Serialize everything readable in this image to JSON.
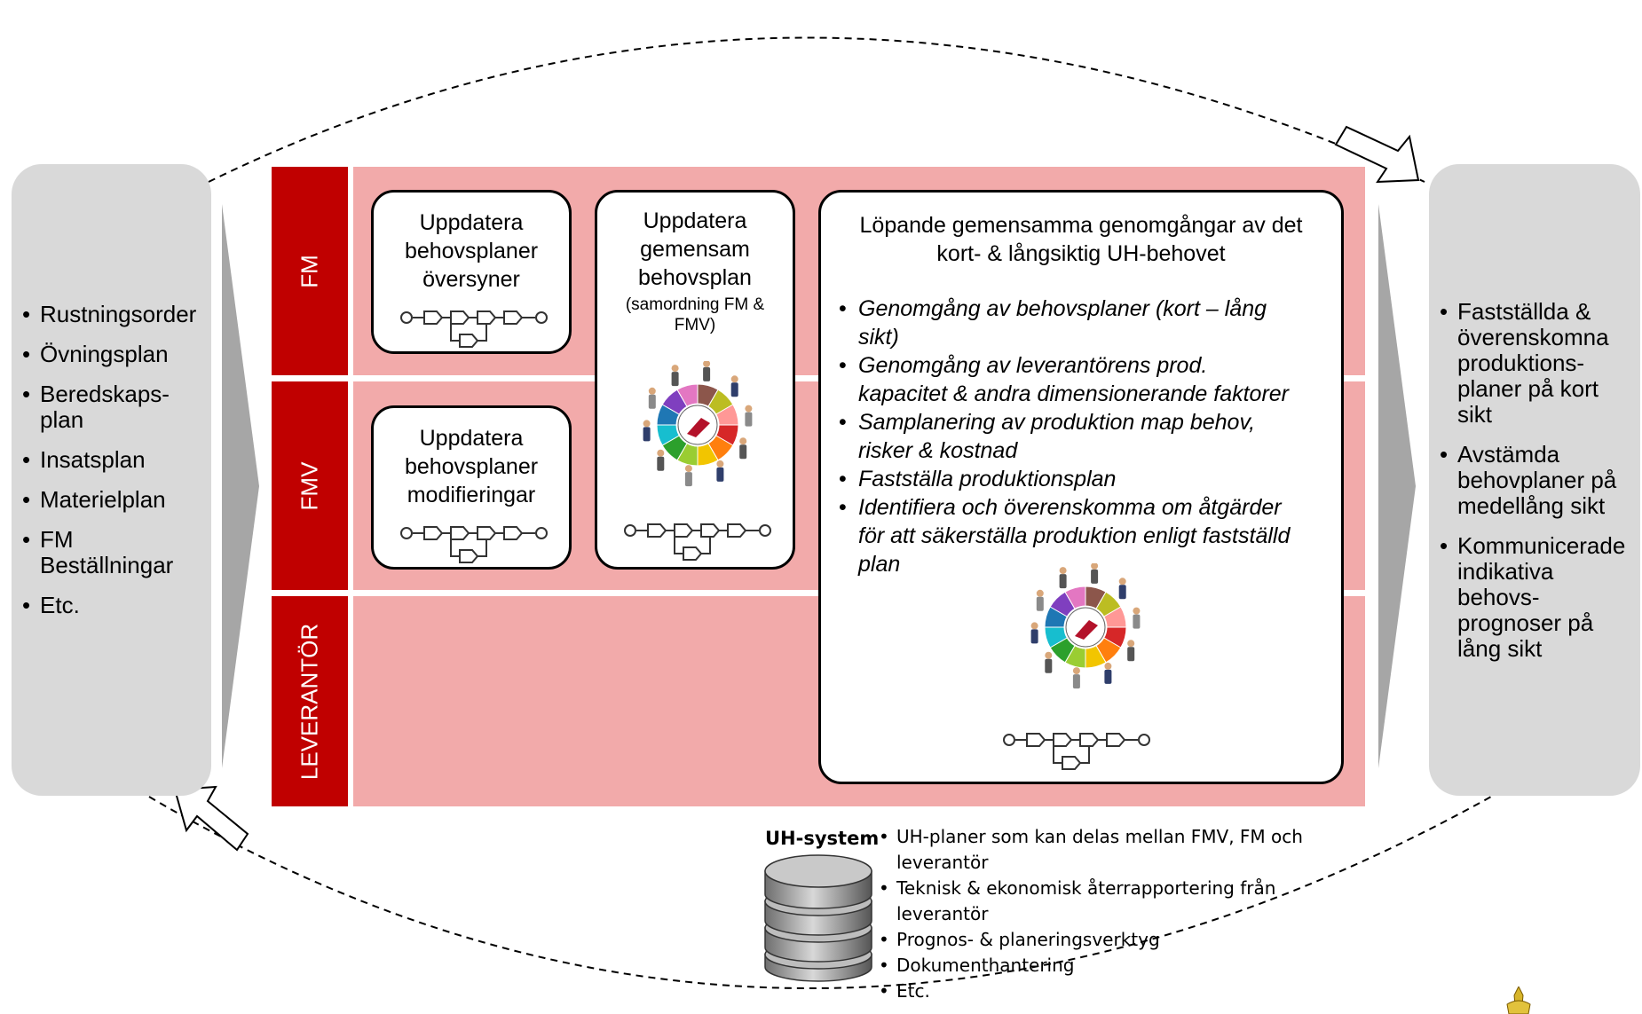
{
  "left_panel": {
    "items": [
      "Rustningsorder",
      "Övningsplan",
      "Beredskaps-\nplan",
      "Insatsplan",
      "Materielplan",
      "FM\nBeställningar",
      "Etc."
    ]
  },
  "right_panel": {
    "items": [
      "Fastställda &\növerenskomna\nproduktions-\nplaner på kort\nsikt",
      "Avstämda\nbehovplaner på\nmedellång sikt",
      "Kommunicerade\nindikativa\nbehovs-\nprognoser på\nlång sikt"
    ]
  },
  "lanes": {
    "fm": "FM",
    "fmv": "FMV",
    "leverantor": "LEVERANTÖR"
  },
  "cards": {
    "fm_update": {
      "title": "Uppdatera\nbehovsplaner\növersyner"
    },
    "fmv_update": {
      "title": "Uppdatera\nbehovsplaner\nmodifieringar"
    },
    "joint": {
      "title": "Uppdatera\ngemensam\nbehovsplan",
      "subtitle": "(samordning FM &\nFMV)"
    },
    "review": {
      "title": "Löpande gemensamma genomgångar av det\nkort- & långsiktig UH-behovet",
      "items": [
        "Genomgång av behovsplaner (kort – lång\nsikt)",
        "Genomgång av leverantörens prod.\nkapacitet & andra dimensionerande faktorer",
        "Samplanering av produktion map behov,\nrisker & kostnad",
        "Fastställa produktionsplan",
        "Identifiera och överenskomma om åtgärder\nför att säkerställa produktion enligt fastställd\nplan"
      ]
    }
  },
  "uh_system": {
    "label": "UH-system",
    "items": [
      "UH-planer som kan delas mellan FMV, FM och\nleverantör",
      "Teknisk & ekonomisk återrapportering från\nleverantör",
      "Prognos- & planeringsverktyg",
      "Dokumenthantering",
      "Etc."
    ]
  },
  "colors": {
    "lane_label": "#c00000",
    "lane_body": "#f2aaaa",
    "side_panel": "#d9d9d9"
  }
}
